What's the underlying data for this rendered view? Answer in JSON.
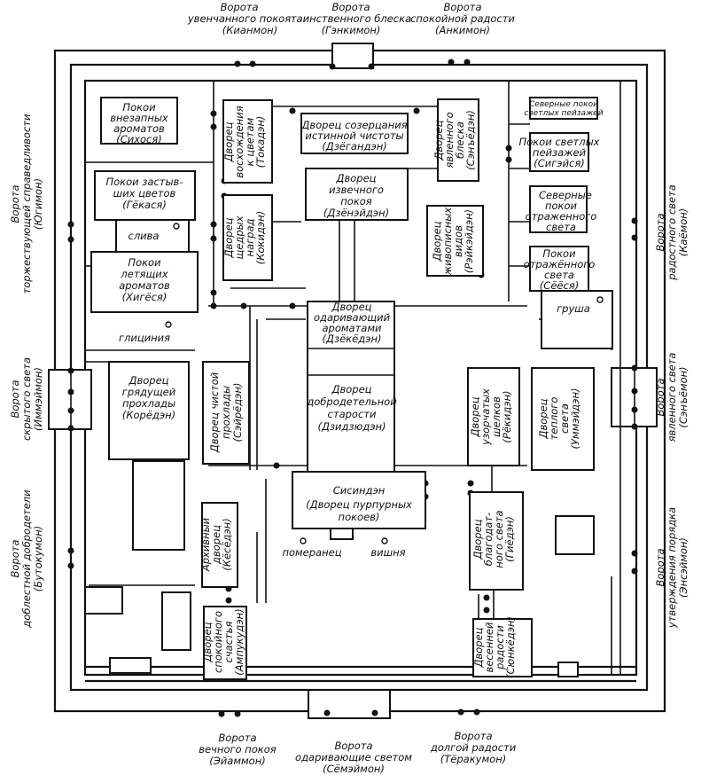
{
  "title": "План дворцового комплекса",
  "gates": {
    "top": [
      {
        "l1": "Ворота",
        "l2": "увенчанного покоя",
        "l3": "(Кианмон)"
      },
      {
        "l1": "Ворота",
        "l2": "таинственного блеска",
        "l3": "(Гэнкимон)"
      },
      {
        "l1": "Ворота",
        "l2": "спокойной радости",
        "l3": "(Анкимон)"
      }
    ],
    "bottom": [
      {
        "l1": "Ворота",
        "l2": "вечного покоя",
        "l3": "(Эйаммон)"
      },
      {
        "l1": "Ворота",
        "l2": "одаривающие светом",
        "l3": "(Сёмэймон)"
      },
      {
        "l1": "Ворота",
        "l2": "долгой радости",
        "l3": "(Тёракумон)"
      }
    ],
    "left": [
      {
        "l1": "Ворота",
        "l2": "торжествующей справедливости",
        "l3": "(Югимон)"
      },
      {
        "l1": "Ворота",
        "l2": "скрытого света",
        "l3": "(Иммэймон)"
      },
      {
        "l1": "Ворота",
        "l2": "доблестной добродетели",
        "l3": "(Бутокумон)"
      }
    ],
    "right": [
      {
        "l1": "Ворота",
        "l2": "радостного света",
        "l3": "(Каёмон)"
      },
      {
        "l1": "Ворота",
        "l2": "явленного света",
        "l3": "(Сэнъёмон)"
      },
      {
        "l1": "Ворота",
        "l2": "утверждения порядка",
        "l3": "(Энсэймон)"
      }
    ]
  },
  "buildings": {
    "sikhosya": [
      "Покои",
      "внезапных",
      "ароматов",
      "(Сихося)"
    ],
    "gekasya": [
      "Покои застыв-",
      "ших цветов",
      "(Гёкася)"
    ],
    "khigesya": [
      "Покои",
      "летящих",
      "ароматов",
      "(Хигёся)"
    ],
    "korodan": [
      "Дворец",
      "грядущей",
      "прохлады",
      "(Корёдэн)"
    ],
    "seiryoden": [
      "Дворец чистой",
      "прохлады",
      "(Сэйрёдэн)"
    ],
    "tokaden": [
      "Дворец",
      "восхождения",
      "к цветам",
      "(Токадэн)"
    ],
    "kokiden": [
      "Дворец",
      "щедрых",
      "наград",
      "(Кокидэн)"
    ],
    "dzegandan": [
      "Дворец созерцания",
      "истинной чистоты",
      "(Дзёгандэн)"
    ],
    "dzenaiden": [
      "Дворец",
      "извечного",
      "покоя",
      "(Дзёнэйдэн)"
    ],
    "senyoden": [
      "Дворец",
      "явленного",
      "блеска",
      "(Сэнъёдэн)"
    ],
    "reikeiden": [
      "Дворец",
      "живописных",
      "видов",
      "(Рэйкэйдэн)"
    ],
    "north_sigeisya": [
      "Северные покои",
      "светлых пейзажей"
    ],
    "sigeisya": [
      "Покои светлых",
      "пейзажей",
      "(Сигэйся)"
    ],
    "north_seesya": [
      "Северные",
      "покои",
      "отраженного",
      "света"
    ],
    "seesya": [
      "Покои",
      "отражённого",
      "света",
      "(Сёёся)"
    ],
    "dzekeden": [
      "Дворец",
      "одаривающий",
      "ароматами",
      "(Дзёкёдэн)"
    ],
    "dzidzyuden": [
      "Дворец",
      "добродетельной",
      "старости",
      "(Дзидзюдэн)"
    ],
    "rekiden": [
      "Дворец",
      "узорчатых",
      "шелков",
      "(Рёкидэн)"
    ],
    "ummeiden": [
      "Дворец",
      "теплого",
      "света",
      "(Уммэйдэн)"
    ],
    "sisinden": [
      "Сисиндэн",
      "(Дворец пурпурных",
      "покоев)"
    ],
    "kyosoden": [
      "Архивный",
      "дворец",
      "(Кёсёдэн)"
    ],
    "giyoden": [
      "Дворец",
      "благодат-",
      "ного света",
      "(Гиёдэн)"
    ],
    "ampukuden": [
      "Дворец",
      "спокойного",
      "счастья",
      "(Ампукудэн)"
    ],
    "shunkeiden": [
      "Дворец",
      "весенней",
      "радости",
      "(Сюнкёдэн)"
    ]
  },
  "trees": {
    "sliva": "слива",
    "glitsiniya": "глициния",
    "grusha": "груша",
    "pomeranets": "померанец",
    "vishnya": "вишня"
  }
}
